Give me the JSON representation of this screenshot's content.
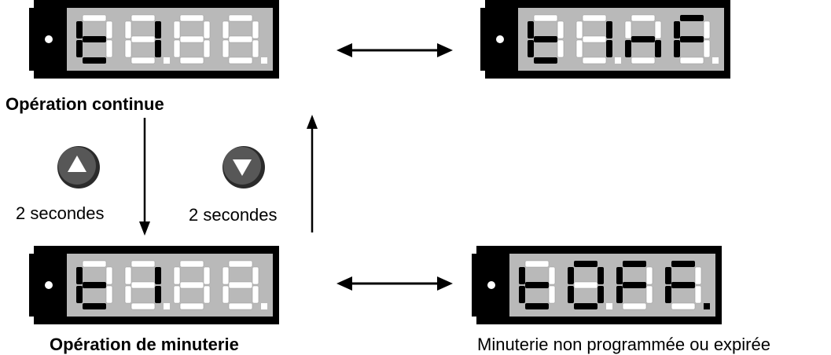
{
  "displays": [
    {
      "id": "d1",
      "digits": [
        "t",
        "1",
        "",
        ""
      ],
      "dots": [
        false,
        false,
        false,
        false
      ],
      "lit_dots": [
        false,
        true,
        false,
        true
      ]
    },
    {
      "id": "d2",
      "digits": [
        "t",
        "1",
        "n",
        "F"
      ],
      "dots": [
        false,
        false,
        false,
        false
      ],
      "lit_dots": [
        false,
        true,
        false,
        true
      ]
    },
    {
      "id": "d3",
      "digits": [
        "t",
        "1",
        "",
        ""
      ],
      "dots": [
        false,
        false,
        false,
        false
      ],
      "lit_dots": [
        false,
        true,
        false,
        true
      ]
    },
    {
      "id": "d4",
      "digits": [
        "t",
        "0",
        "F",
        "F"
      ],
      "dots": [
        false,
        false,
        false,
        true
      ],
      "lit_dots": [
        false,
        true,
        false,
        true
      ]
    }
  ],
  "labels": {
    "continuous": "Opération continue",
    "timer": "Opération de minuterie",
    "not_programmed": "Minuterie non programmée ou expirée",
    "two_seconds_left": "2 secondes",
    "two_seconds_right": "2 secondes"
  },
  "buttons": {
    "up": {
      "icon": "up-triangle-icon"
    },
    "down": {
      "icon": "down-triangle-icon"
    }
  },
  "colors": {
    "frame": "#000000",
    "window": "#b9b9b9",
    "segment_off": "#ffffff",
    "segment_on": "#000000",
    "button_body": "#555555",
    "button_rim": "#2b2b2b"
  }
}
